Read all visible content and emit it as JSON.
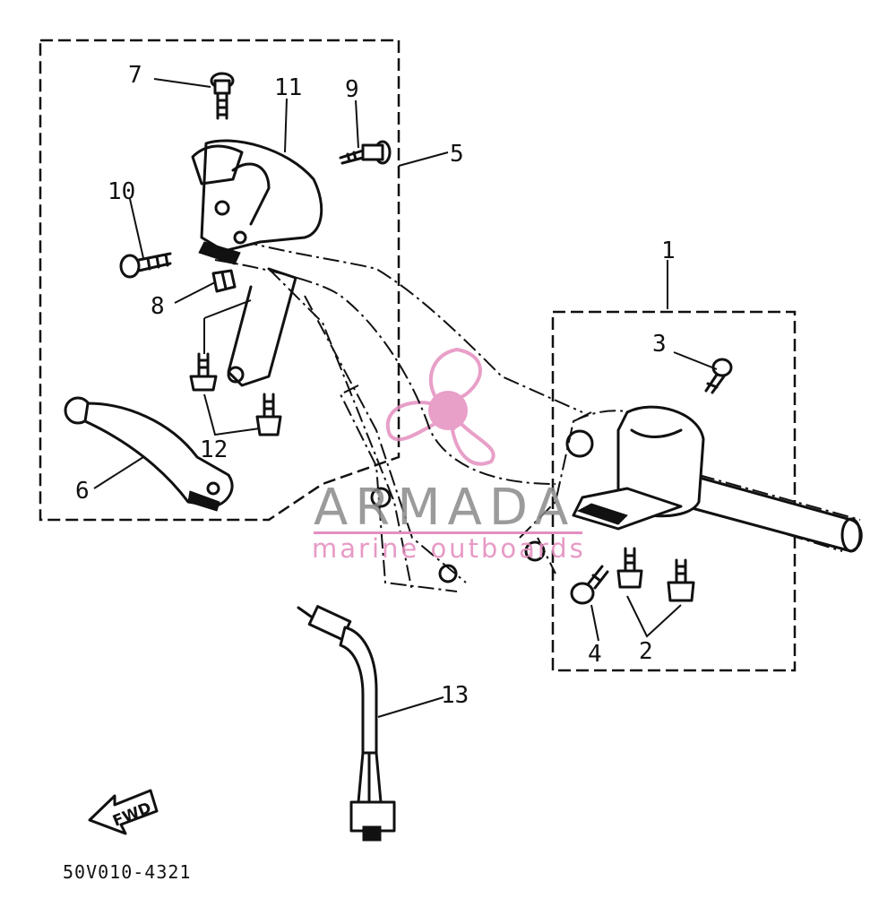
{
  "diagram": {
    "part_code": "50V010-4321",
    "fwd_label": "FWD",
    "watermark": {
      "title": "ARMADA",
      "subtitle": "marine outboards",
      "color": "#e48fbf",
      "text_color": "#8a8a8a"
    },
    "callouts": [
      {
        "id": "1",
        "label": "1"
      },
      {
        "id": "2",
        "label": "2"
      },
      {
        "id": "3",
        "label": "3"
      },
      {
        "id": "4",
        "label": "4"
      },
      {
        "id": "5",
        "label": "5"
      },
      {
        "id": "6",
        "label": "6"
      },
      {
        "id": "7",
        "label": "7"
      },
      {
        "id": "8",
        "label": "8"
      },
      {
        "id": "9",
        "label": "9"
      },
      {
        "id": "10",
        "label": "10"
      },
      {
        "id": "11",
        "label": "11"
      },
      {
        "id": "12",
        "label": "12"
      },
      {
        "id": "13",
        "label": "13"
      }
    ]
  }
}
